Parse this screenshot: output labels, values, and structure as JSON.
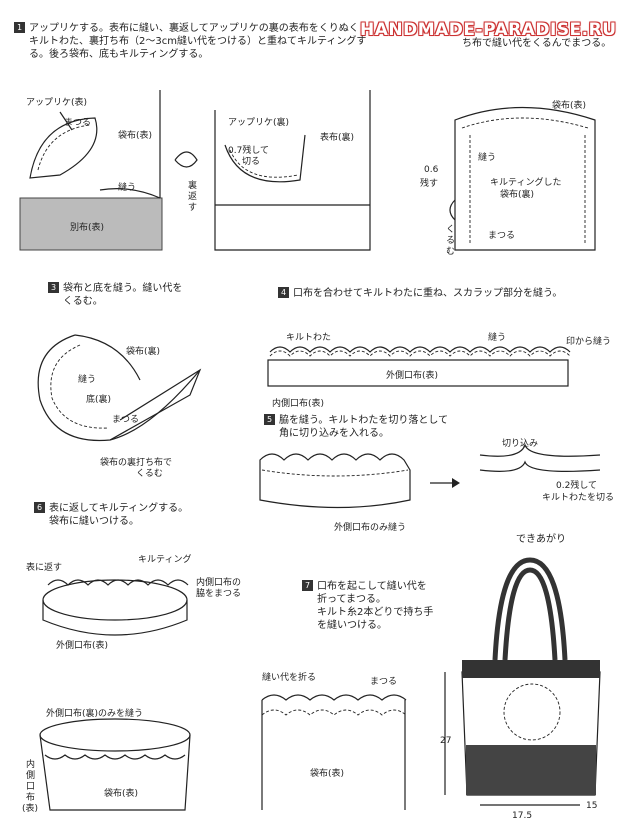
{
  "watermark": "HANDMADE-PARADISE.RU",
  "steps": {
    "s1": {
      "num": "1",
      "lines": [
        "アップリケする。表布に縫い、裏返してアップリケの裏の表布をくりぬく",
        "キルトわた、裏打ち布（2～3cm縫い代をつける）と重ねてキルティングす",
        "る。後ろ袋布、底もキルティングする。"
      ],
      "tail": "ち布で縫い代をくるんでまつる。"
    },
    "s3": {
      "num": "3",
      "lines": [
        "袋布と底を縫う。縫い代を",
        "くるむ。"
      ]
    },
    "s4": {
      "num": "4",
      "lines": [
        "口布を合わせてキルトわたに重ね、スカラップ部分を縫う。"
      ]
    },
    "s5": {
      "num": "5",
      "lines": [
        "脇を縫う。キルトわたを切り落として",
        "角に切り込みを入れる。"
      ]
    },
    "s6": {
      "num": "6",
      "lines": [
        "表に返してキルティングする。",
        "袋布に縫いつける。"
      ]
    },
    "s7": {
      "num": "7",
      "lines": [
        "口布を起こして縫い代を",
        "折ってまつる。",
        "キルト糸2本どりで持ち手",
        "を縫いつける。"
      ]
    }
  },
  "labels": {
    "appli_omote": "アップリケ(表)",
    "matsuru1": "まつる",
    "fukuro_omote1": "袋布(表)",
    "nuu1": "縫う",
    "betsu_omote": "別布(表)",
    "appli_ura": "アップリケ(裏)",
    "nokoshi07a": "0.7残して",
    "nokoshi07b": "切る",
    "omote_ura": "表布(裏)",
    "uragaesu_a": "裏",
    "uragaesu_b": "返",
    "uragaesu_c": "す",
    "fukuro_omote2": "袋布(表)",
    "nuu2": "縫う",
    "nokoshi06a": "0.6",
    "nokoshi06b": "残す",
    "quilted_a": "キルティングした",
    "quilted_b": "袋布(裏)",
    "kurumu_a": "く",
    "kurumu_b": "る",
    "kurumu_c": "む",
    "matsuru2": "まつる",
    "fukuro_ura3": "袋布(裏)",
    "nuu3": "縫う",
    "soko_ura": "底(裏)",
    "matsuru3": "まつる",
    "urauchi_a": "袋布の裏打ち布で",
    "urauchi_b": "くるむ",
    "quilt_wata": "キルトわた",
    "nuu4": "縫う",
    "shirushi": "印から縫う",
    "sotogawa_omote": "外側口布(表)",
    "uchigawa_omote": "内側口布(表)",
    "kirikomi": "切り込み",
    "nokoshi02a": "0.2残して",
    "nokoshi02b": "キルトわたを切る",
    "sotogawa_nomi": "外側口布のみ縫う",
    "dekiagari": "できあがり",
    "omote_ni": "表に返す",
    "quilting": "キルティング",
    "uchigawa_waki_a": "内側口布の",
    "uchigawa_waki_b": "脇をまつる",
    "sotogawa_omote6": "外側口布(表)",
    "sotogawa_ura_nomi": "外側口布(裏)のみを縫う",
    "uchi_a": "内",
    "uchi_b": "側",
    "uchi_c": "口",
    "uchi_d": "布",
    "uchi_e": "(表)",
    "fukuro_omote6": "袋布(表)",
    "nuishiro": "縫い代を折る",
    "matsuru7": "まつる",
    "fukuro_omote7": "袋布(表)",
    "dim_h": "27",
    "dim_w": "17.5",
    "dim_d": "15"
  },
  "colors": {
    "ink": "#222222",
    "fabric_grey": "#bbbbbb",
    "watermark": "#cc3333"
  }
}
